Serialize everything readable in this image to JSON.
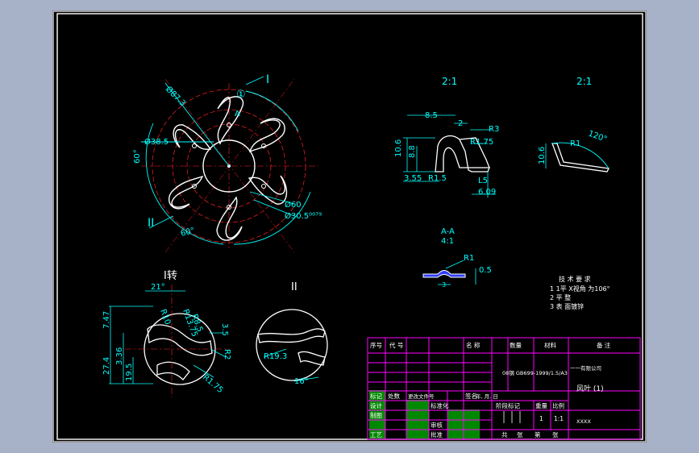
{
  "views": {
    "main": {
      "section_label": "I",
      "section_label_2": "II",
      "dims": {
        "d87": "Ø87.3",
        "d38": "Ø38.5",
        "d60": "Ø60",
        "d30": "Ø30.5⁰⁰⁷⁹",
        "angle_left": "60°",
        "angle_bottom": "60°",
        "circle_1": "①",
        "a_label": "A"
      }
    },
    "detail_21_left": {
      "scale": "2:1",
      "dims": [
        "8.5",
        "2",
        "R3",
        "10.6",
        "8.8",
        "R1.75",
        "3.55",
        "R1.5",
        "L5",
        "6.09"
      ]
    },
    "detail_21_right": {
      "scale": "2:1",
      "dims": [
        "120°",
        "R1",
        "10.6"
      ]
    },
    "section_aa": {
      "title": "A-A",
      "scale": "4:1",
      "dims": [
        "R1",
        "0.5",
        "3"
      ]
    },
    "rotated_view": {
      "title": "I转",
      "dims": [
        "21°",
        "R10",
        "R13.75",
        "R8.5",
        "3.5",
        "7.47",
        "27.4",
        "3.36",
        "19.5",
        "R1.75",
        "R2"
      ]
    },
    "view_ii": {
      "title": "II",
      "dims": [
        "R19.3",
        "16°"
      ]
    }
  },
  "tech_requirements": {
    "title": "技 术 要 求",
    "items": [
      "1 1平 X视角 为106°",
      "2 平 整",
      "3 表 面镀锌"
    ]
  },
  "title_block": {
    "parts_header": [
      "序号",
      "代 号",
      "名 称",
      "数量",
      "材料",
      "备 注"
    ],
    "material": "08钢 GB699-1999/1.5/A3",
    "company": "一一有限公司",
    "part_name": "风叶 (1)",
    "labels_row1": [
      "标记",
      "处数",
      "更改文件号",
      "签名",
      "年, 月, 日"
    ],
    "labels_left": [
      "设计",
      "标准化",
      "制图",
      "审核",
      "工艺",
      "批准"
    ],
    "stage_labels": [
      "阶段标记",
      "重量",
      "比例"
    ],
    "weight": "1",
    "scale": "1:1",
    "sheet": [
      "共",
      "张",
      "第",
      "张"
    ],
    "drawing_no": "XXXX"
  },
  "colors": {
    "background": "#000000",
    "frame": "#ffffff",
    "geometry": "#ffffff",
    "dimension": "#00ffff",
    "center": "#ff2020",
    "table_border": "#ff00ff",
    "table_fill": "#00a000",
    "section_fill": "#3040ff"
  }
}
